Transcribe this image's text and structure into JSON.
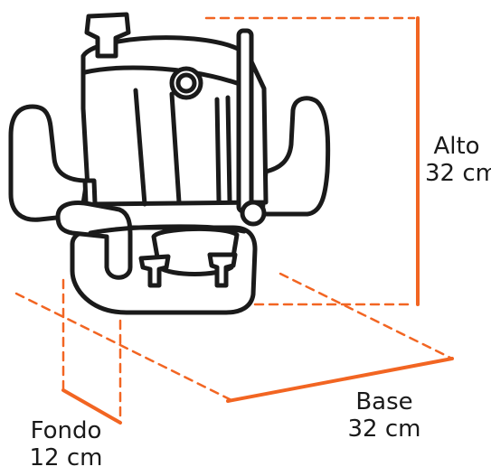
{
  "colors": {
    "accent": "#F26522",
    "outline": "#1A1A1A",
    "background": "#FFFFFF"
  },
  "dimensions": {
    "height": {
      "label": "Alto",
      "value": "32 cm"
    },
    "width": {
      "label": "Base",
      "value": "32 cm"
    },
    "depth": {
      "label": "Fondo",
      "value": "12 cm"
    }
  }
}
